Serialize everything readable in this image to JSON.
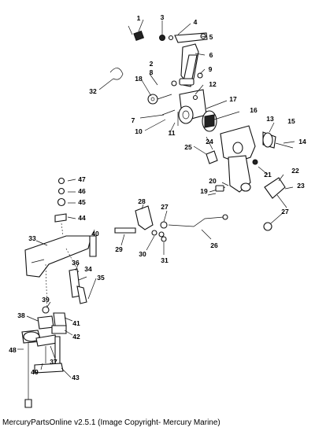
{
  "callouts": [
    "1",
    "2",
    "3",
    "4",
    "5",
    "6",
    "7",
    "8",
    "9",
    "10",
    "11",
    "12",
    "13",
    "14",
    "15",
    "16",
    "17",
    "18",
    "19",
    "20",
    "21",
    "22",
    "23",
    "24",
    "25",
    "26",
    "27",
    "28",
    "29",
    "30",
    "31",
    "32",
    "33",
    "34",
    "35",
    "36",
    "37",
    "38",
    "39",
    "40",
    "41",
    "42",
    "43",
    "44",
    "45",
    "46",
    "47",
    "48",
    "49"
  ],
  "footer": "MercuryPartsOnline v2.5.1 (Image Copyright- Mercury Marine)"
}
